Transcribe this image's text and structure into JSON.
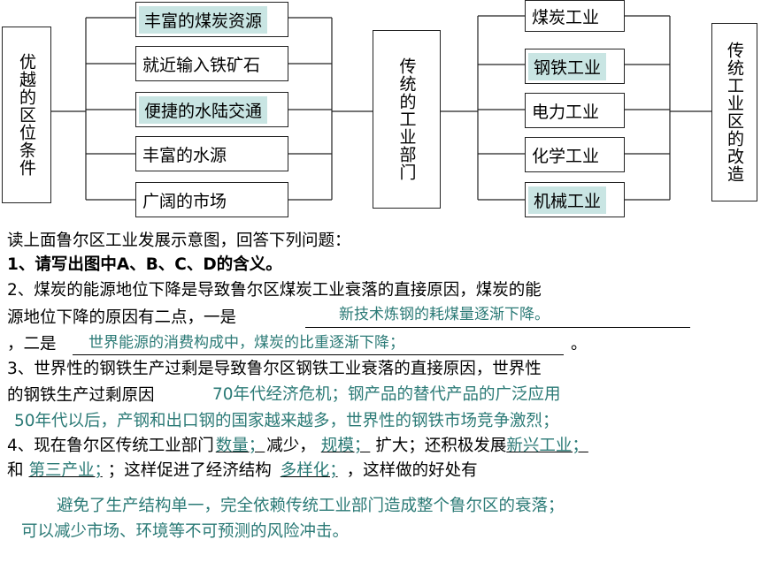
{
  "diagram": {
    "left_title": "优越的区位条件",
    "conditions": [
      "丰富的煤炭资源",
      "就近输入铁矿石",
      "便捷的水陆交通",
      "丰富的水源",
      "广阔的市场"
    ],
    "middle_title": "传统的工业部门",
    "departments": [
      "煤炭工业",
      "钢铁工业",
      "电力工业",
      "化学工业",
      "机械工业"
    ],
    "right_title": "传统工业区的改造",
    "colors": {
      "highlight": "#c9e5e3",
      "answer_text": "#2b7a76"
    }
  },
  "questions": {
    "intro": "读上面鲁尔区工业发展示意图，回答下列问题：",
    "q1": "1、请写出图中A、B、C、D的含义。",
    "q2_line1": "2、煤炭的能源地位下降是导致鲁尔区煤炭工业衰落的直接原因，煤炭的能",
    "q2_line2": "源地位下降的原因有二点，一是",
    "q2_ans1": "新技术炼钢的耗煤量逐渐下降。",
    "q2_line3_pre": "，二是",
    "q2_ans2": "世界能源的消费构成中，煤炭的比重逐渐下降；",
    "q2_line3_end": "。",
    "q3_line1": "3、世界性的钢铁生产过剩是导致鲁尔区钢铁工业衰落的直接原因，世界性",
    "q3_line2": "的钢铁生产过剩原因",
    "q3_ans1": "70年代经济危机；钢产品的替代产品的广泛应用",
    "q3_ans2": "50年代以后，产钢和出口钢的国家越来越多，世界性的钢铁市场竞争激烈；",
    "q4_pre": "4、现在鲁尔区传统工业部门",
    "q4_ans1": "数量；",
    "q4_mid1": "减少，",
    "q4_ans2": "规模；",
    "q4_mid2": "扩大；还积极发展",
    "q4_ans3": "新兴工业；",
    "q4_line2_pre": "和",
    "q4_ans4": "第三产业；",
    "q4_line2_mid": "；这样促进了经济结构",
    "q4_ans5": "多样化；",
    "q4_line2_end": "，这样做的好处有",
    "q4_ans6_line1": "避免了生产结构单一，完全依赖传统工业部门造成整个鲁尔区的衰落；",
    "q4_ans6_line2": "可以减少市场、环境等不可预测的风险冲击。"
  }
}
